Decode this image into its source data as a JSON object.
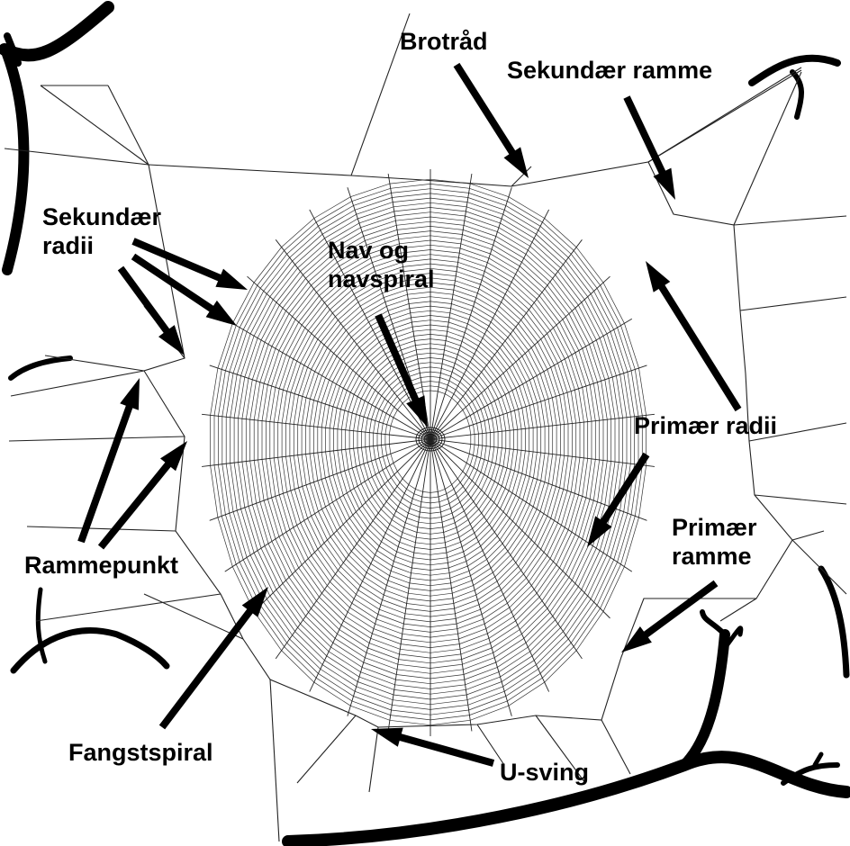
{
  "labels": {
    "brotrad": "Brotråd",
    "sekundaer_ramme": "Sekundær ramme",
    "sekundaer_radii_1": "Sekundær",
    "sekundaer_radii_2": "radii",
    "nav_1": "Nav og",
    "nav_2": "navspiral",
    "primaer_radii": "Primær radii",
    "primaer_ramme_1": "Primær",
    "primaer_ramme_2": "ramme",
    "rammepunkt": "Rammepunkt",
    "fangstspiral": "Fangstspiral",
    "u_sving": "U-sving"
  }
}
